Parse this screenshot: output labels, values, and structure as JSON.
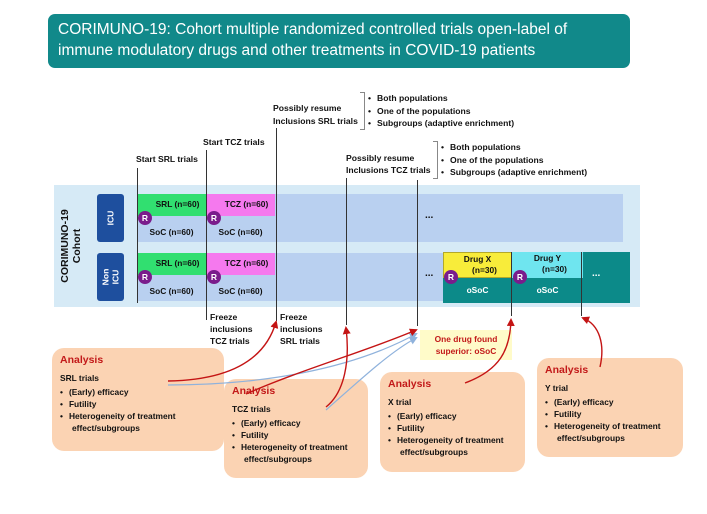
{
  "header": {
    "line1": "CORIMUNO-19:  Cohort multiple randomized controlled trials open-label of",
    "line2": "immune modulatory drugs and other treatments in COVID-19 patients"
  },
  "timeline": {
    "start_srl": "Start SRL trials",
    "start_tcz": "Start TCZ trials",
    "resume_srl_1": "Possibly resume",
    "resume_srl_2": "Inclusions SRL trials",
    "resume_tcz_1": "Possibly resume",
    "resume_tcz_2": "Inclusions TCZ trials",
    "options_srl": [
      "Both populations",
      "One of the populations",
      "Subgroups (adaptive enrichment)"
    ],
    "options_tcz": [
      "Both populations",
      "One of the populations",
      "Subgroups (adaptive enrichment)"
    ],
    "freeze_tcz": [
      "Freeze",
      "inclusions",
      "TCZ trials"
    ],
    "freeze_srl": [
      "Freeze",
      "inclusions",
      "SRL trials"
    ]
  },
  "cohort": {
    "label_line1": "CORIMUNO-19",
    "label_line2": "Cohort",
    "icu": "ICU",
    "non_icu_1": "Non",
    "non_icu_2": "ICU",
    "srl": "SRL (n=60)",
    "tcz": "TCZ (n=60)",
    "soc": "SoC (n=60)",
    "randomize": "R",
    "ellipsis": "...",
    "drug_x_1": "Drug X",
    "drug_x_2": "(n=30)",
    "drug_y_1": "Drug Y",
    "drug_y_2": "(n=30)",
    "osoc": "oSoC"
  },
  "found": {
    "line1": "One drug found",
    "line2": "superior: oSoC"
  },
  "analyses": [
    {
      "title": "Analysis",
      "trial": "SRL trials",
      "items": [
        "(Early) efficacy",
        "Futility",
        "Heterogeneity of treatment effect/subgroups"
      ]
    },
    {
      "title": "Analysis",
      "trial": "TCZ trials",
      "items": [
        "(Early) efficacy",
        "Futility",
        "Heterogeneity of treatment effect/subgroups"
      ]
    },
    {
      "title": "Analysis",
      "trial": "X trial",
      "items": [
        "(Early) efficacy",
        "Futility",
        "Heterogeneity of treatment effect/subgroups"
      ]
    },
    {
      "title": "Analysis",
      "trial": "Y trial",
      "items": [
        "(Early) efficacy",
        "Futility",
        "Heterogeneity of treatment effect/subgroups"
      ]
    }
  ],
  "colors": {
    "header": "#11898a",
    "srl": "#31df70",
    "tcz": "#f579ee",
    "soc_band": "#b9d0f0",
    "population": "#1e4f9e",
    "randomize": "#7a1c8c",
    "drug_x": "#f8ec3a",
    "drug_y": "#6fe5ef",
    "osoc": "#0c8a89",
    "analysis_box": "#fbd3b3",
    "analysis_title": "#c21919",
    "arrow": "#c41414",
    "arrow_blue": "#8fb2dc"
  }
}
